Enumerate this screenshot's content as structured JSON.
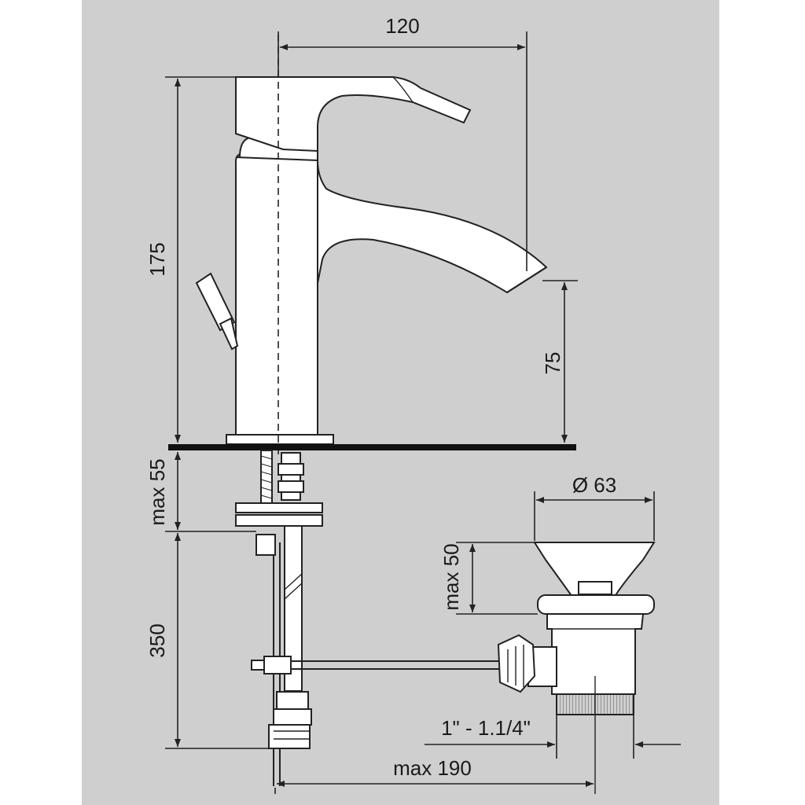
{
  "colors": {
    "panel": "#cfcfcf",
    "line": "#222222",
    "part_fill": "#ffffff",
    "deck": "#111111"
  },
  "dimensions": {
    "spout_reach": "120",
    "total_height": "175",
    "spout_height": "75",
    "deck_thickness": "max 55",
    "hose_length": "350",
    "waste_diameter": "Ø 63",
    "waste_height": "max 50",
    "waste_thread": "1\" - 1.1/4\"",
    "pullrod_length": "max 190"
  }
}
